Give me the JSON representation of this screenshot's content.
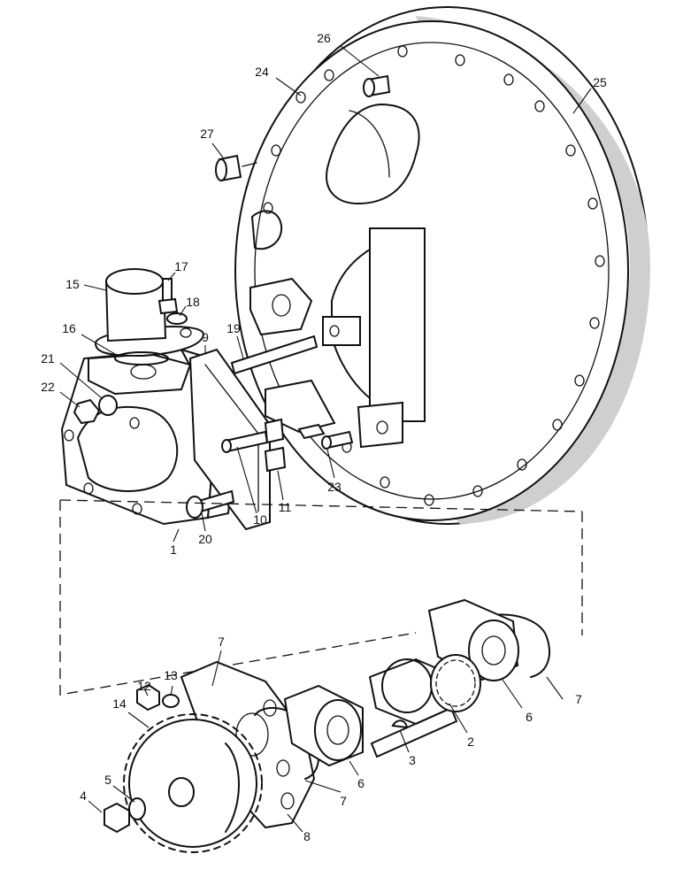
{
  "callouts": [
    {
      "id": "c1",
      "text": "1"
    },
    {
      "id": "c2",
      "text": "2"
    },
    {
      "id": "c3",
      "text": "3"
    },
    {
      "id": "c4",
      "text": "4"
    },
    {
      "id": "c5",
      "text": "5"
    },
    {
      "id": "c6a",
      "text": "6"
    },
    {
      "id": "c6b",
      "text": "6"
    },
    {
      "id": "c7a",
      "text": "7"
    },
    {
      "id": "c7b",
      "text": "7"
    },
    {
      "id": "c7c",
      "text": "7"
    },
    {
      "id": "c8",
      "text": "8"
    },
    {
      "id": "c9",
      "text": "9"
    },
    {
      "id": "c10",
      "text": "10"
    },
    {
      "id": "c11",
      "text": "11"
    },
    {
      "id": "c12",
      "text": "12"
    },
    {
      "id": "c13",
      "text": "13"
    },
    {
      "id": "c14",
      "text": "14"
    },
    {
      "id": "c15",
      "text": "15"
    },
    {
      "id": "c16",
      "text": "16"
    },
    {
      "id": "c17",
      "text": "17"
    },
    {
      "id": "c18",
      "text": "18"
    },
    {
      "id": "c19",
      "text": "19"
    },
    {
      "id": "c20",
      "text": "20"
    },
    {
      "id": "c21",
      "text": "21"
    },
    {
      "id": "c22",
      "text": "22"
    },
    {
      "id": "c23",
      "text": "23"
    },
    {
      "id": "c24",
      "text": "24"
    },
    {
      "id": "c25",
      "text": "25"
    },
    {
      "id": "c26",
      "text": "26"
    },
    {
      "id": "c27",
      "text": "27"
    }
  ]
}
